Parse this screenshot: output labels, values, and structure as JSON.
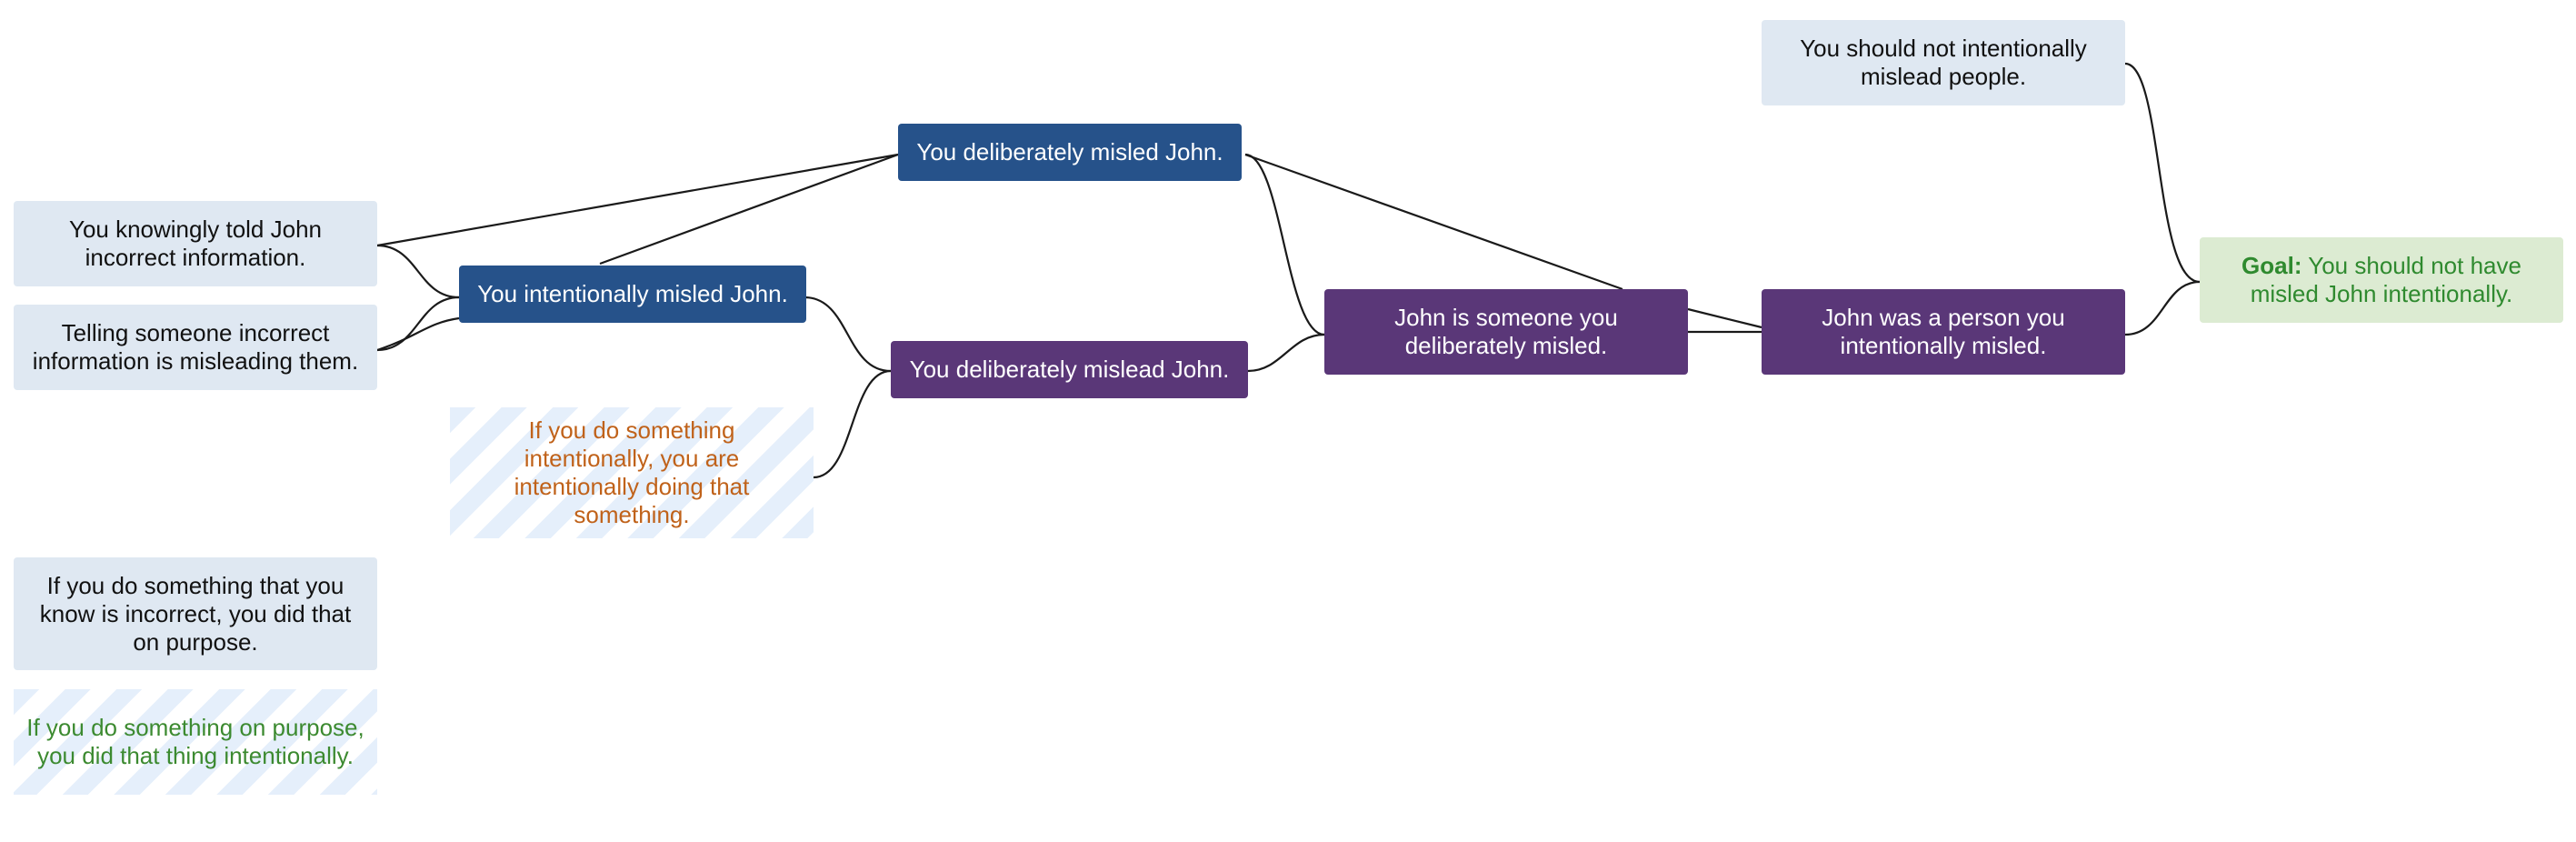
{
  "nodes": {
    "premise_should_not_mislead": "You should not intentionally mislead people.",
    "premise_knowingly_told": "You knowingly told John incorrect information.",
    "premise_telling_incorrect": "Telling someone incorrect information is misleading them.",
    "premise_did_on_purpose": "If you do something that you know is incorrect, you did that on purpose.",
    "blue_deliberately_misled": "You deliberately misled John.",
    "blue_intentionally_misled": "You intentionally misled John.",
    "purple_deliberately_mislead": "You deliberately mislead John.",
    "purple_someone_misled": "John is someone you deliberately misled.",
    "purple_person_misled": "John was a person you intentionally misled.",
    "goal_prefix": "Goal:",
    "goal_text": "You should not have misled John intentionally.",
    "assumption_intentionally_doing": "If you do something intentionally, you are intentionally doing that something.",
    "assumption_on_purpose": "If you do something on purpose, you did that thing intentionally."
  },
  "colors": {
    "premise_bg": "#dfe8f2",
    "blue_bg": "#26528a",
    "purple_bg": "#5a3778",
    "goal_bg": "#dcebd2",
    "goal_text": "#2f8a2f",
    "assumption_orange": "#c0621a",
    "assumption_green": "#3c8a30",
    "edge": "#1a1a1a"
  }
}
